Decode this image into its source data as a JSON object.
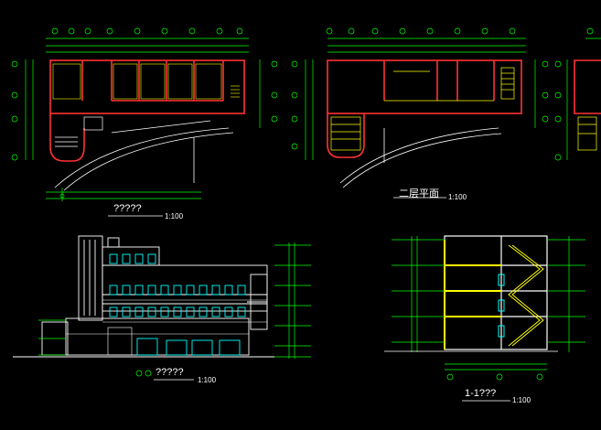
{
  "titles": {
    "floor1": "?????",
    "floor1_scale": "1:100",
    "floor2": "二层平面",
    "floor2_scale": "1:100",
    "elevation": "?????",
    "elevation_scale": "1:100",
    "section": "1-1???",
    "section_scale": "1:100"
  },
  "colors": {
    "background": "#000000",
    "wall": "#ff3333",
    "dimension": "#00ff00",
    "outline": "#ffffff",
    "highlight": "#ffff00",
    "window": "#00ffff",
    "stair": "#ffff00"
  }
}
